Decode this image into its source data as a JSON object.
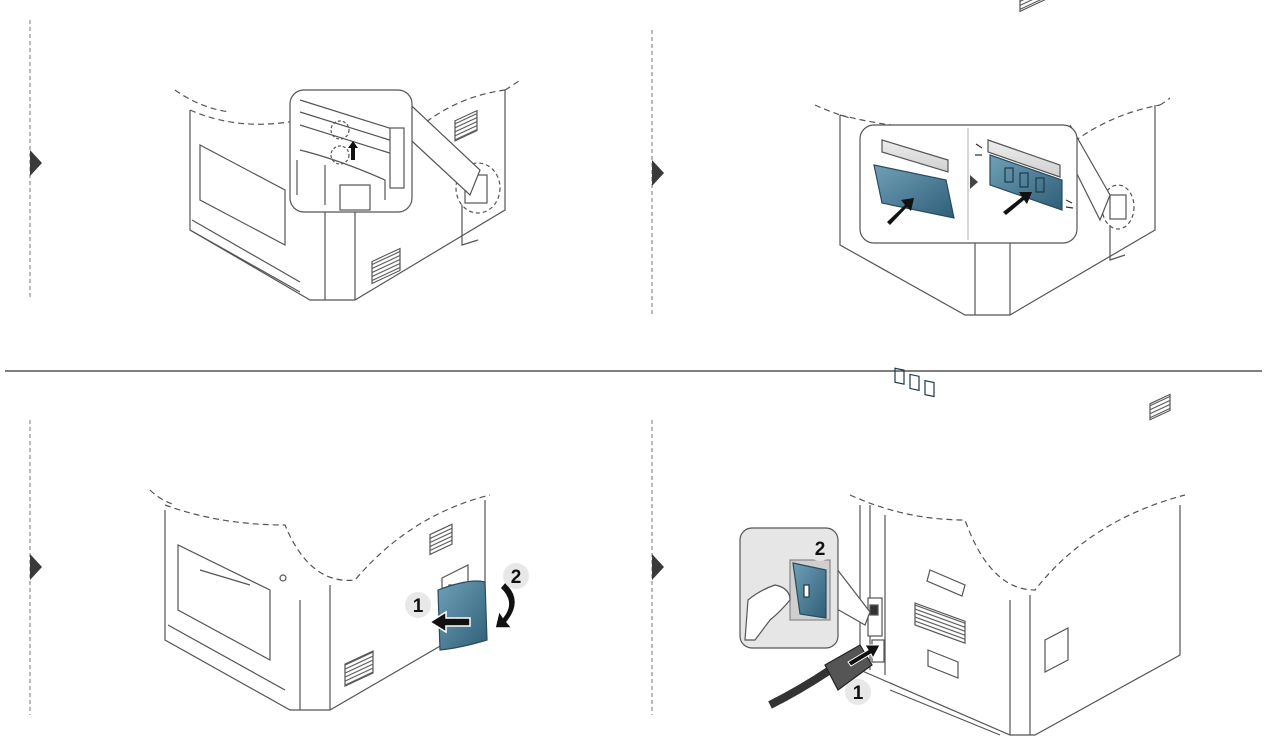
{
  "panels": [
    {
      "id": "step-1",
      "callouts": []
    },
    {
      "id": "step-2",
      "callouts": []
    },
    {
      "id": "step-3",
      "callouts": [
        {
          "text": "1"
        },
        {
          "text": "2"
        }
      ]
    },
    {
      "id": "step-4",
      "callouts": [
        {
          "text": "2"
        },
        {
          "text": "1"
        }
      ]
    }
  ],
  "colors": {
    "accent": "#3f7590",
    "line": "#555555",
    "body_fill": "#ffffff",
    "marker": "#3a3a3a"
  },
  "icons": [
    "step-marker-arrow",
    "up-arrow-icon",
    "push-arrow-icon",
    "pull-arrow-icon",
    "rotate-arrow-icon"
  ]
}
